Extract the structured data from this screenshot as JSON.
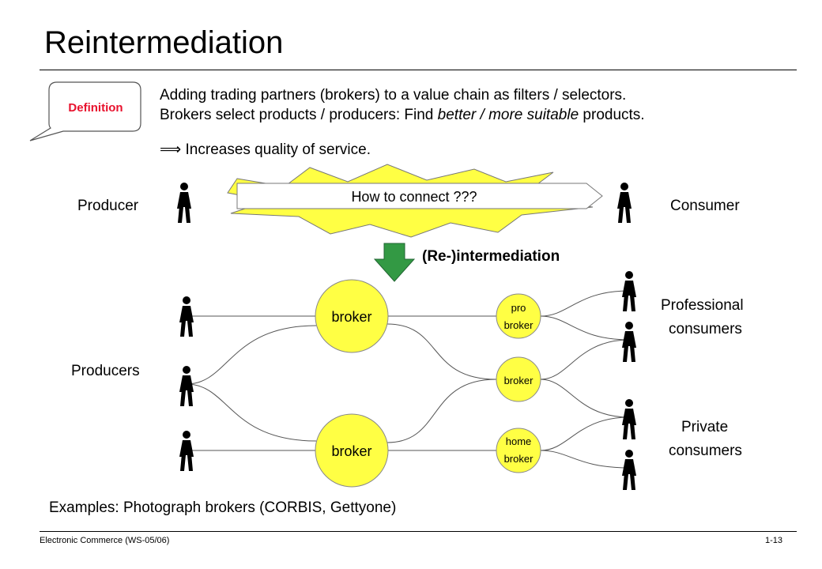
{
  "title": "Reintermediation",
  "definition_label": "Definition",
  "text": {
    "line1": "Adding trading partners (brokers) to a value chain as filters / selectors.",
    "line2_pre": "Brokers select products / producers: Find ",
    "line2_em": "better / more suitable",
    "line2_post": " products.",
    "line3_arrow": "⟹",
    "line3": "Increases quality of service."
  },
  "top_diagram": {
    "producer": "Producer",
    "consumer": "Consumer",
    "question": "How to connect ???"
  },
  "step_label": "(Re-)intermediation",
  "network": {
    "producers": "Producers",
    "broker_top": "broker",
    "broker_bottom": "broker",
    "pro_broker_1": "pro",
    "pro_broker_2": "broker",
    "mid_broker": "broker",
    "home_broker_1": "home",
    "home_broker_2": "broker",
    "professional_1": "Professional",
    "professional_2": "consumers",
    "private_1": "Private",
    "private_2": "consumers"
  },
  "examples": "Examples: Photograph brokers (CORBIS, Gettyone)",
  "footer": {
    "course": "Electronic Commerce (WS-05/06)",
    "page": "1-13"
  },
  "colors": {
    "broker_fill": "#FFFF44",
    "arrow_fill": "#339944",
    "definition_red": "#E8112D"
  }
}
